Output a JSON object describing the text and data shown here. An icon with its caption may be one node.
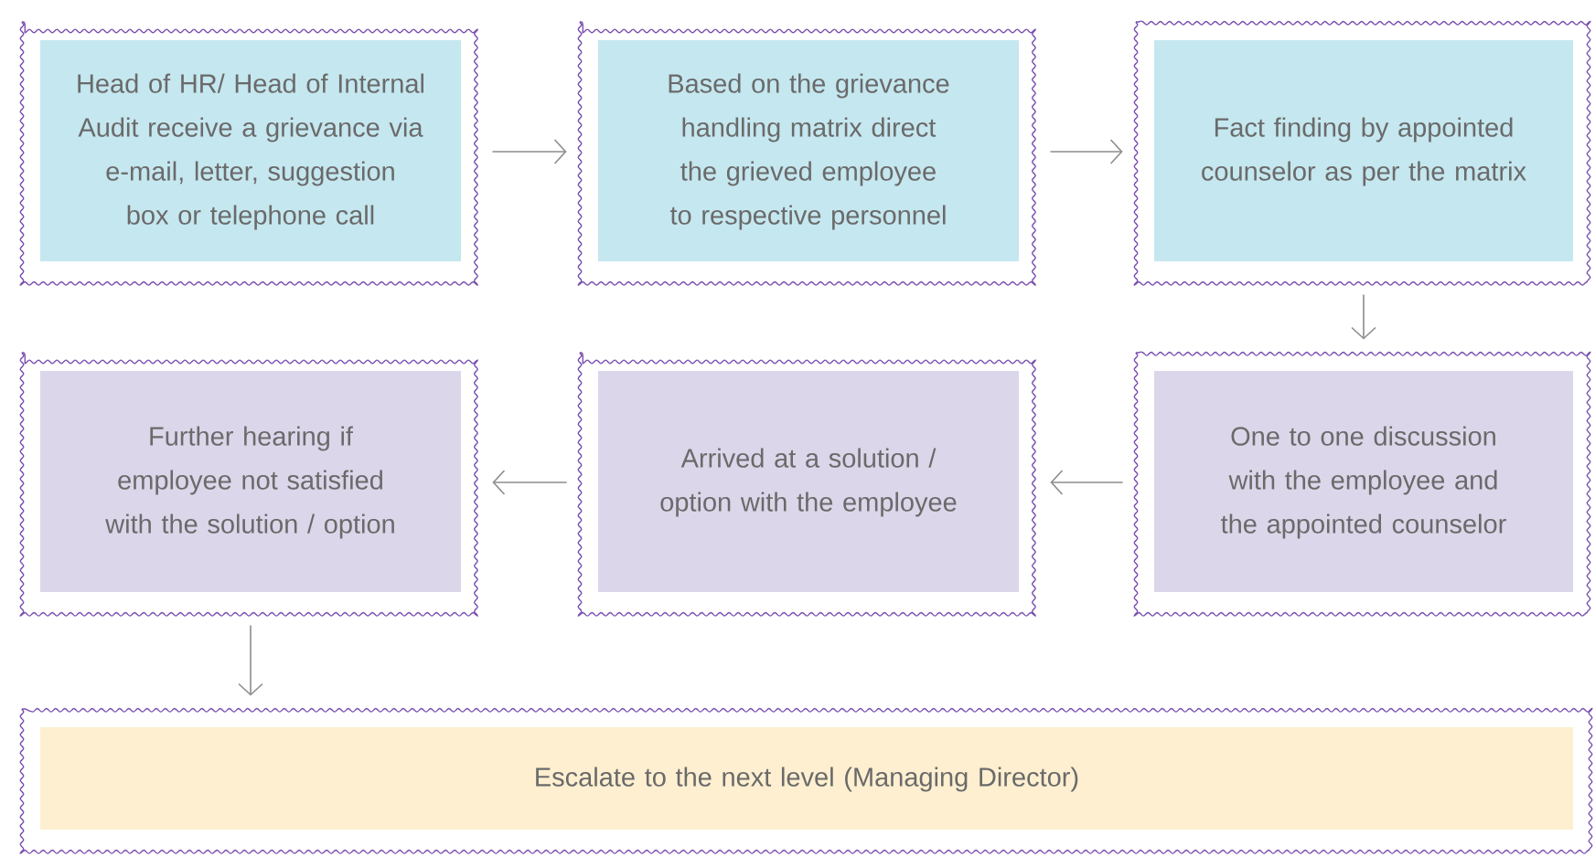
{
  "diagram": {
    "nodes": [
      {
        "text": [
          "Head of HR/ Head of Internal Audit receive a grievance via e-mail, letter, suggestion box or telephone call"
        ]
      },
      {
        "text": [
          "Based on the grievance handling matrix direct the grieved employee to respective personnel"
        ]
      },
      {
        "text": [
          "Fact finding by appointed counselor as per the matrix"
        ]
      },
      {
        "text": [
          "One to one discussion with the employee and the appointed counselor"
        ]
      },
      {
        "text": [
          "Arrived at a solution / option with the employee"
        ]
      },
      {
        "text": [
          "Further hearing if employee not satisfied with the solution / option"
        ]
      },
      {
        "text": [
          "Escalate to the next level (Managing Director)"
        ]
      }
    ],
    "edges": [
      {
        "from": 0,
        "to": 1,
        "arrow": "to"
      },
      {
        "from": 1,
        "to": 2,
        "arrow": "to"
      },
      {
        "from": 2,
        "to": 3,
        "arrow": "to"
      },
      {
        "from": 3,
        "to": 4,
        "arrow": "to"
      },
      {
        "from": 4,
        "to": 5,
        "arrow": "to"
      },
      {
        "from": 5,
        "to": 6,
        "arrow": "to"
      }
    ]
  }
}
